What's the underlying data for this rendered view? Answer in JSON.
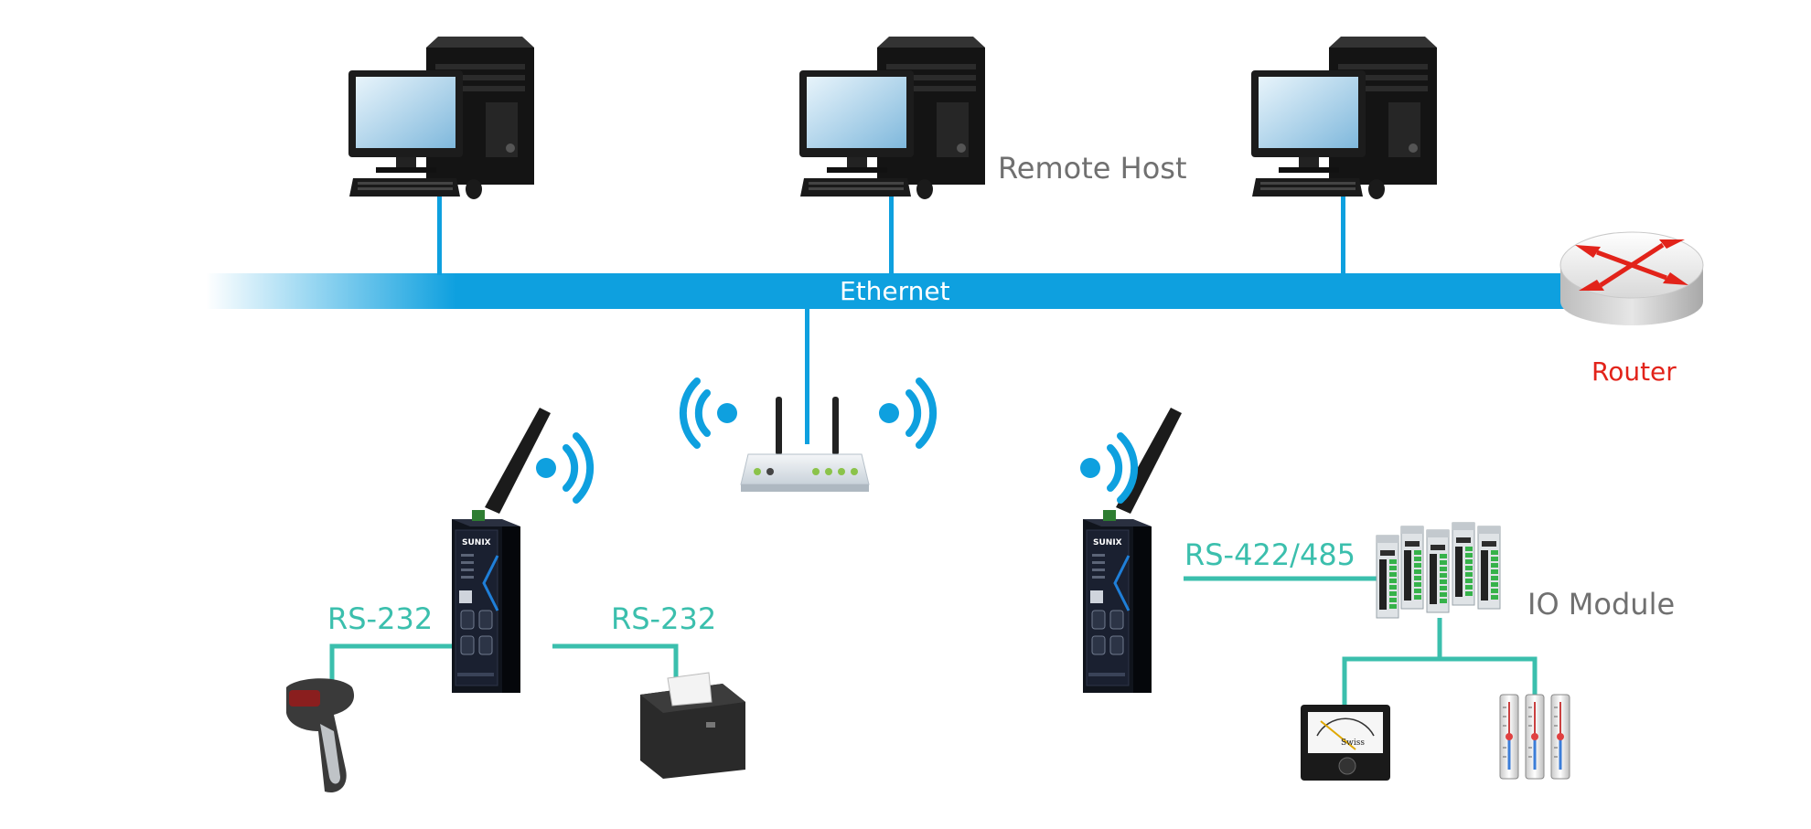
{
  "labels": {
    "remote_host": "Remote Host",
    "ethernet": "Ethernet",
    "router": "Router",
    "rs232_left": "RS-232",
    "rs232_right": "RS-232",
    "rs422_485": "RS-422/485",
    "io_module": "IO Module"
  },
  "device_text": {
    "server_brand": "SUNIX",
    "meter_brand": "Swiss"
  },
  "colors": {
    "ethernet_blue": "#0ea0df",
    "serial_teal": "#3bbfad",
    "router_red": "#e2231a",
    "label_gray": "#707070",
    "wifi_blue": "#0ea0df"
  },
  "icons": {
    "computer": "desktop-computer-icon",
    "router": "router-icon",
    "access_point": "wireless-access-point-icon",
    "device_server": "wireless-serial-device-server-icon",
    "barcode_scanner": "barcode-scanner-icon",
    "printer": "receipt-printer-icon",
    "io_module": "io-module-icon",
    "meter": "analog-meter-icon",
    "sensor": "thermometer-sensor-icon"
  }
}
